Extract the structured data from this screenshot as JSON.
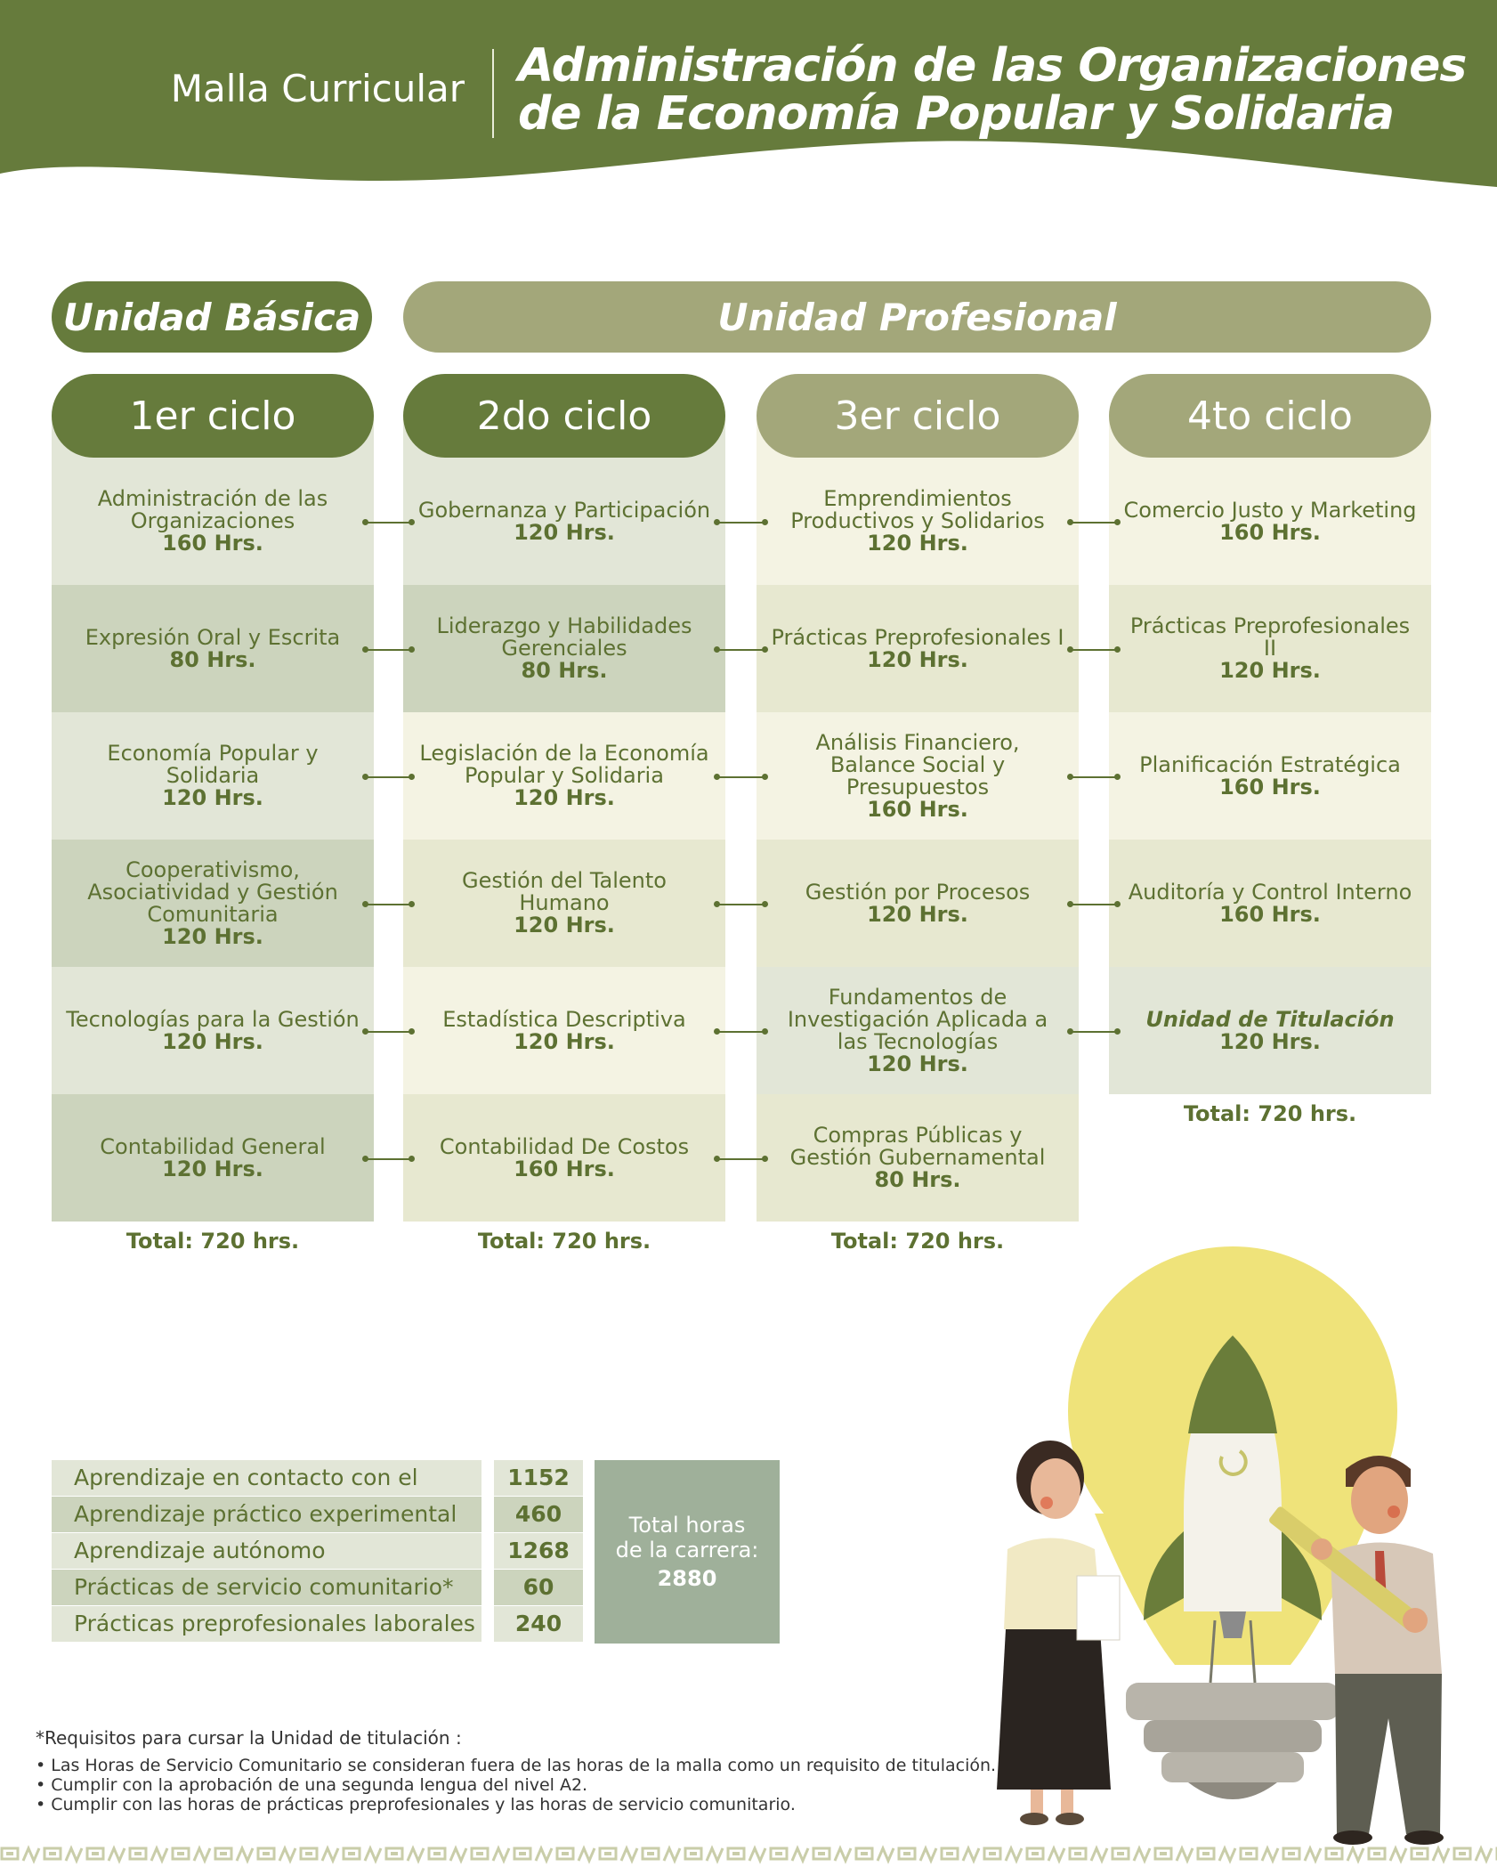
{
  "header": {
    "subtitle": "Malla Curricular",
    "title_line1": "Administración de las Organizaciones",
    "title_line2": "de la Economía Popular y Solidaria"
  },
  "units": {
    "basic": "Unidad Básica",
    "professional": "Unidad Profesional"
  },
  "cycles": [
    {
      "name": "1er ciclo",
      "total": "Total: 720 hrs.",
      "subjects": [
        {
          "name": "Administración de las Organizaciones",
          "hours": "160 Hrs."
        },
        {
          "name": "Expresión Oral y Escrita",
          "hours": "80 Hrs."
        },
        {
          "name": "Economía Popular y Solidaria",
          "hours": "120 Hrs."
        },
        {
          "name": "Cooperativismo, Asociatividad y Gestión Comunitaria",
          "hours": "120 Hrs."
        },
        {
          "name": "Tecnologías para la Gestión",
          "hours": "120 Hrs."
        },
        {
          "name": "Contabilidad General",
          "hours": "120 Hrs."
        }
      ]
    },
    {
      "name": "2do ciclo",
      "total": "Total: 720 hrs.",
      "subjects": [
        {
          "name": "Gobernanza y Participación",
          "hours": "120 Hrs."
        },
        {
          "name": "Liderazgo y Habilidades Gerenciales",
          "hours": "80 Hrs."
        },
        {
          "name": "Legislación de la Economía Popular y Solidaria",
          "hours": "120 Hrs."
        },
        {
          "name": "Gestión del Talento Humano",
          "hours": "120 Hrs."
        },
        {
          "name": "Estadística Descriptiva",
          "hours": "120 Hrs."
        },
        {
          "name": "Contabilidad De Costos",
          "hours": "160 Hrs."
        }
      ]
    },
    {
      "name": "3er ciclo",
      "total": "Total: 720 hrs.",
      "subjects": [
        {
          "name": "Emprendimientos Productivos y Solidarios",
          "hours": "120 Hrs."
        },
        {
          "name": "Prácticas Preprofesionales I",
          "hours": "120 Hrs."
        },
        {
          "name": "Análisis Financiero, Balance Social y Presupuestos",
          "hours": "160 Hrs."
        },
        {
          "name": "Gestión por Procesos",
          "hours": "120 Hrs."
        },
        {
          "name": "Fundamentos de Investigación Aplicada a las Tecnologías",
          "hours": "120 Hrs."
        },
        {
          "name": "Compras Públicas y Gestión Gubernamental",
          "hours": "80 Hrs."
        }
      ]
    },
    {
      "name": "4to ciclo",
      "total": "Total: 720 hrs.",
      "subjects": [
        {
          "name": "Comercio Justo y Marketing",
          "hours": "160 Hrs."
        },
        {
          "name": "Prácticas Preprofesionales II",
          "hours": "120 Hrs."
        },
        {
          "name": "Planificación Estratégica",
          "hours": "160 Hrs."
        },
        {
          "name": "Auditoría y Control Interno",
          "hours": "160 Hrs."
        },
        {
          "name": "Unidad de Titulación",
          "hours": "120 Hrs."
        }
      ]
    }
  ],
  "hours_table": [
    {
      "label": "Aprendizaje en contacto con el docente",
      "value": "1152"
    },
    {
      "label": "Aprendizaje práctico experimental",
      "value": "460"
    },
    {
      "label": "Aprendizaje autónomo",
      "value": "1268"
    },
    {
      "label": "Prácticas de servicio comunitario*",
      "value": "60"
    },
    {
      "label": "Prácticas preprofesionales laborales",
      "value": "240"
    }
  ],
  "total_career": {
    "line1": "Total horas",
    "line2": "de la carrera:",
    "value": "2880"
  },
  "notes": {
    "title": "*Requisitos para cursar la Unidad de titulación :",
    "items": [
      "• Las Horas de Servicio Comunitario se consideran fuera de las horas de la malla como un requisito de titulación.",
      "• Cumplir con la aprobación de una segunda lengua del nivel A2.",
      "• Cumplir con las horas de prácticas preprofesionales y las horas de servicio comunitario."
    ]
  },
  "colors": {
    "header_green": "#667b3c",
    "professional_olive": "#a3a77a",
    "text_green": "#5d7132",
    "total_box": "#9fb09a"
  }
}
